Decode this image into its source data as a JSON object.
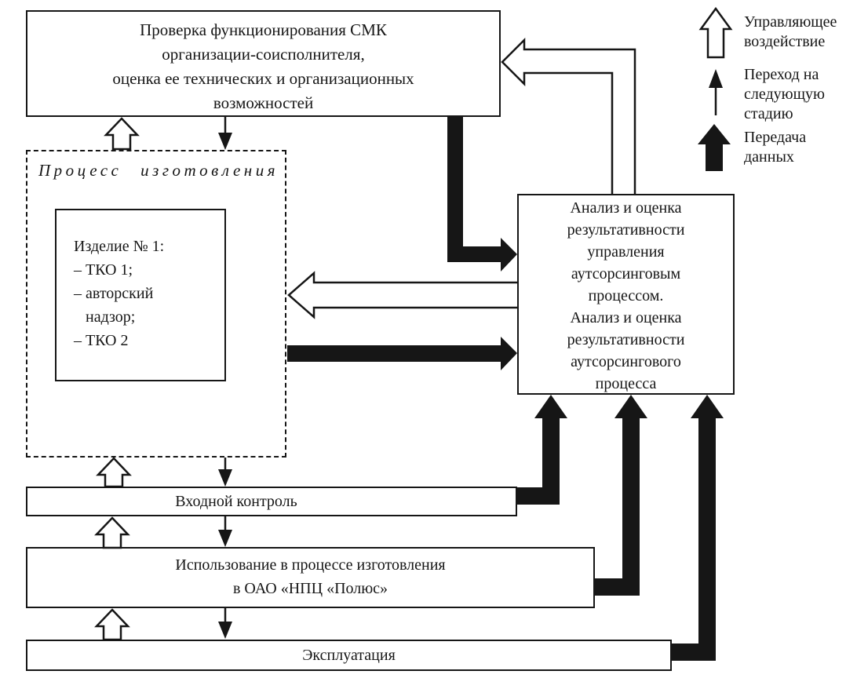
{
  "boxes": {
    "smk_check": {
      "text": "Проверка функционирования СМК\nорганизации-соисполнителя,\nоценка ее технических и организационных\nвозможностей"
    },
    "manufacturing_process": {
      "title": "Процесс изготовления"
    },
    "product_item": {
      "text": "Изделие № 1:\n– ТКО 1;\n– авторский\n   надзор;\n– ТКО 2"
    },
    "analysis": {
      "text": "Анализ и оценка\nрезультативности\nуправления\nаутсорсинговым\nпроцессом.\nАнализ и оценка\nрезультативности\nаутсорсингового\nпроцесса"
    },
    "input_control": {
      "text": "Входной контроль"
    },
    "usage": {
      "text": "Использование в процессе изготовления\nв ОАО «НПЦ «Полюс»"
    },
    "operation": {
      "text": "Эксплуатация"
    }
  },
  "legend": {
    "items": [
      {
        "icon": "hollow-up-arrow",
        "label": "Управляющее\nвоздействие"
      },
      {
        "icon": "thin-up-arrow",
        "label": "Переход на\nследующую\nстадию"
      },
      {
        "icon": "solid-up-arrow",
        "label": "Передача\nданных"
      }
    ]
  },
  "colors": {
    "ink": "#161616",
    "background": "#ffffff"
  }
}
